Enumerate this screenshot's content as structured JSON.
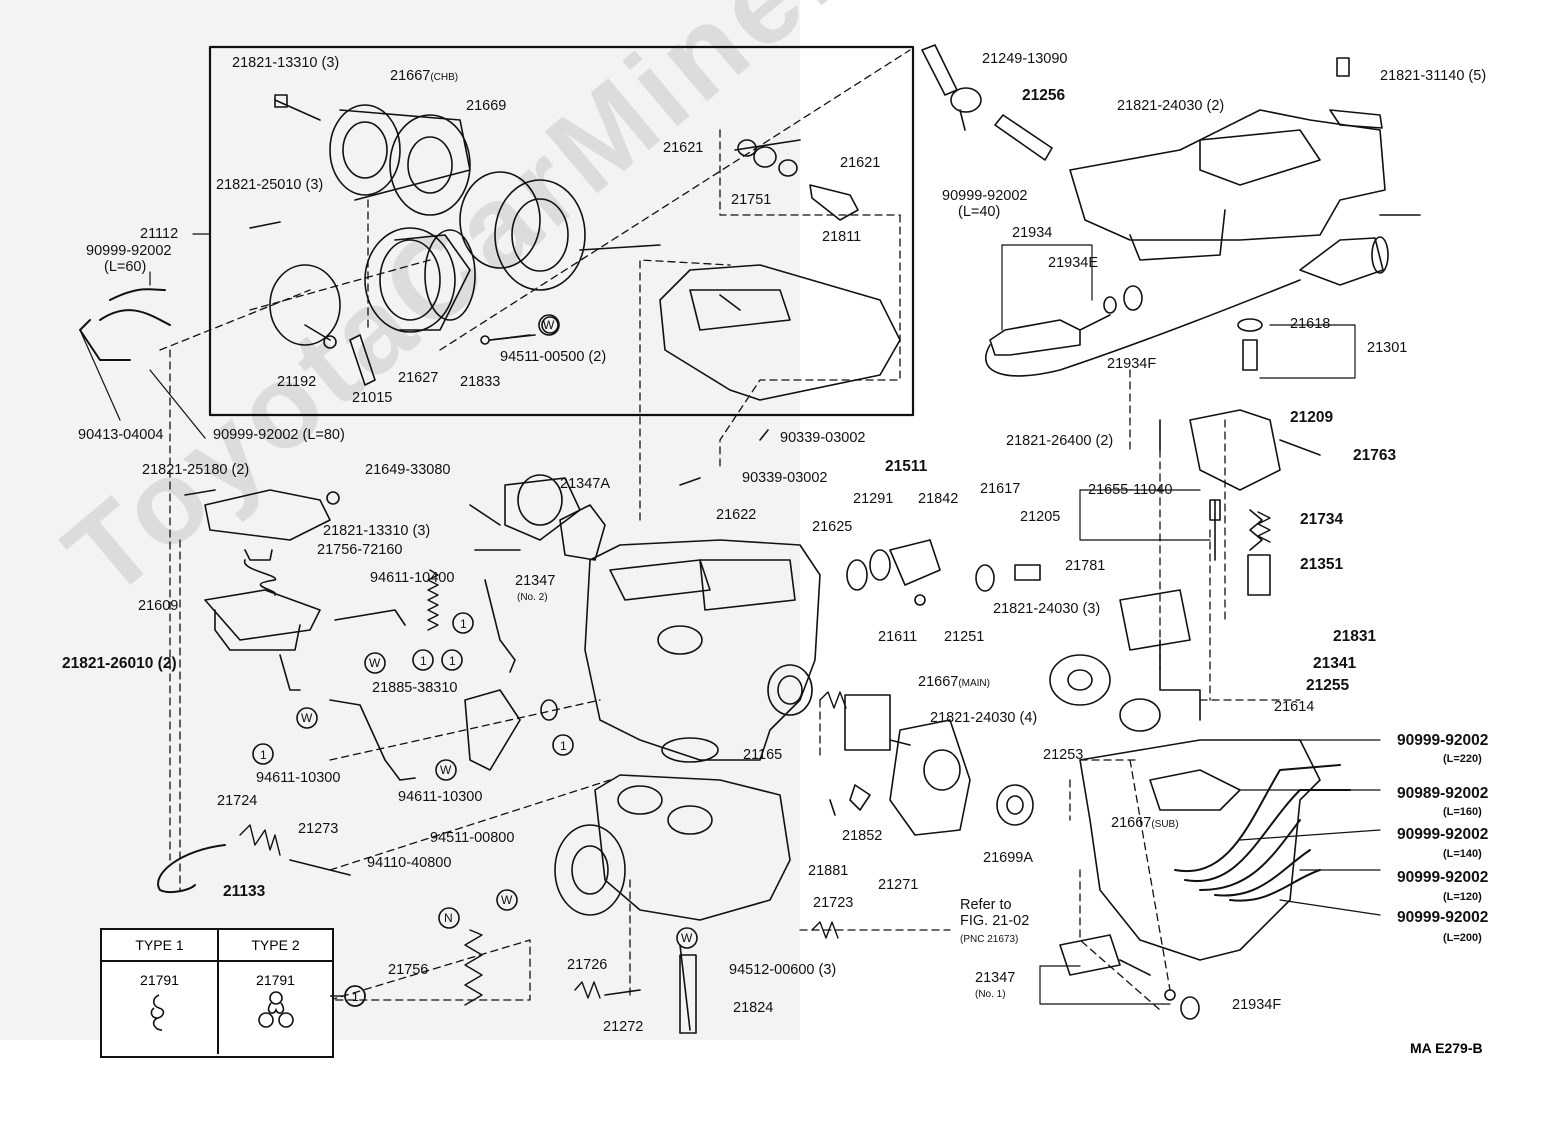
{
  "watermark": "ToyotaCarMine.ru",
  "labels": {
    "l_21821_13310_3a": "21821-13310 (3)",
    "l_21667_chb": "21667",
    "l_21667_chb_sub": "(CHB)",
    "l_21669": "21669",
    "l_21621a": "21621",
    "l_21621b": "21621",
    "l_21751": "21751",
    "l_21811": "21811",
    "l_21249": "21249-13090",
    "l_21256": "21256",
    "l_90999_l40a": "90999-92002",
    "l_90999_l40b": "(L=40)",
    "l_21821_31140": "21821-31140 (5)",
    "l_21821_24030_2": "21821-24030 (2)",
    "l_21821_25010": "21821-25010 (3)",
    "l_21112": "21112",
    "l_90999_l60a": "90999-92002",
    "l_90999_l60b": "(L=60)",
    "l_21192": "21192",
    "l_21015": "21015",
    "l_21627": "21627",
    "l_21833": "21833",
    "l_94511_00500": "94511-00500 (2)",
    "l_90413": "90413-04004",
    "l_90999_l80": "90999-92002 (L=80)",
    "l_21934": "21934",
    "l_21934e": "21934E",
    "l_21934f_top": "21934F",
    "l_21618": "21618",
    "l_21301": "21301",
    "l_21209": "21209",
    "l_21763": "21763",
    "l_90339_a": "90339-03002",
    "l_90339_b": "90339-03002",
    "l_21821_26400": "21821-26400 (2)",
    "l_21821_25180": "21821-25180 (2)",
    "l_21649": "21649-33080",
    "l_21347a": "21347A",
    "l_21821_13310_3b": "21821-13310 (3)",
    "l_21756_72160": "21756-72160",
    "l_21347_no2": "21347",
    "l_21347_no2_sub": "(No. 2)",
    "l_21622": "21622",
    "l_21511": "21511",
    "l_21291": "21291",
    "l_21842": "21842",
    "l_21617": "21617",
    "l_21655": "21655-11040",
    "l_21205": "21205",
    "l_21734": "21734",
    "l_21625": "21625",
    "l_21781": "21781",
    "l_21351": "21351",
    "l_94611_10400": "94611-10400",
    "l_21609": "21609",
    "l_21611": "21611",
    "l_21251": "21251",
    "l_21821_24030_3": "21821-24030 (3)",
    "l_21831": "21831",
    "l_21821_26010": "21821-26010 (2)",
    "l_21341": "21341",
    "l_21885": "21885-38310",
    "l_21667_main": "21667",
    "l_21667_main_sub": "(MAIN)",
    "l_21255": "21255",
    "l_21614": "21614",
    "l_21821_24030_4": "21821-24030 (4)",
    "l_94611_10300a": "94611-10300",
    "l_21165": "21165",
    "l_21253": "21253",
    "l_90999_l220a": "90999-92002",
    "l_90999_l220b": "(L=220)",
    "l_94611_10300b": "94611-10300",
    "l_90989_l160a": "90989-92002",
    "l_90989_l160b": "(L=160)",
    "l_21724": "21724",
    "l_21273": "21273",
    "l_94511_00800": "94511-00800",
    "l_21852": "21852",
    "l_21699a": "21699A",
    "l_21667_sub": "21667",
    "l_21667_sub_sub": "(SUB)",
    "l_90999_l140a": "90999-92002",
    "l_90999_l140b": "(L=140)",
    "l_94110": "94110-40800",
    "l_21881": "21881",
    "l_21133": "21133",
    "l_21271": "21271",
    "l_refer1": "Refer to",
    "l_refer2": "FIG. 21-02",
    "l_refer3": "(PNC 21673)",
    "l_90999_l120a": "90999-92002",
    "l_90999_l120b": "(L=120)",
    "l_21723": "21723",
    "l_90999_l200a": "90999-92002",
    "l_90999_l200b": "(L=200)",
    "l_21726": "21726",
    "l_94512": "94512-00600 (3)",
    "l_21756": "21756",
    "l_21347_no1": "21347",
    "l_21347_no1_sub": "(No. 1)",
    "l_21934f_bot": "21934F",
    "l_21824": "21824",
    "l_21272": "21272"
  },
  "legend": {
    "type1": "TYPE 1",
    "type2": "TYPE 2",
    "pn1": "21791",
    "pn2": "21791",
    "ref_symbol": "1"
  },
  "figure_code": "MA  E279-B"
}
